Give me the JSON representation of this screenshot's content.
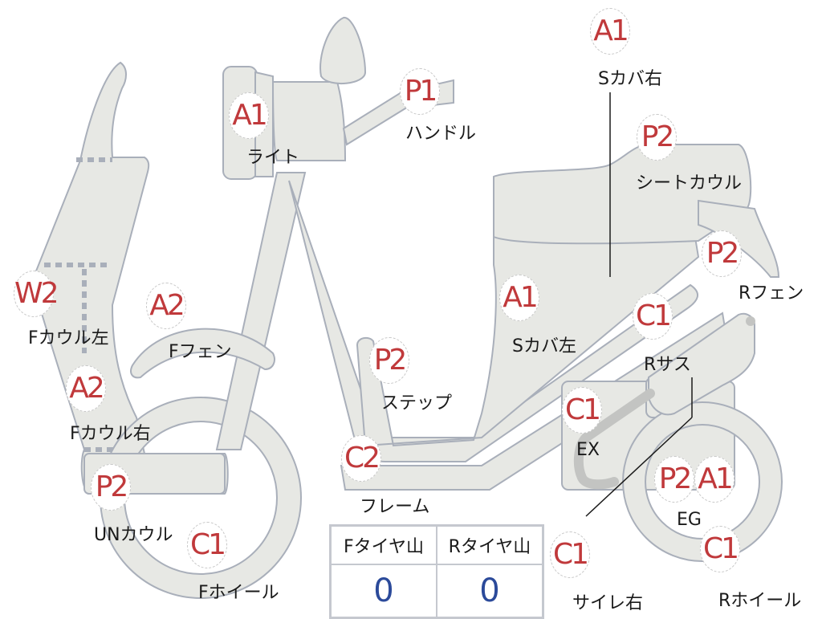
{
  "diagram": {
    "type": "scooter-parts-damage-map",
    "colors": {
      "part_fill": "#e7e8e4",
      "part_stroke": "#a9afba",
      "code_text": "#c0393b",
      "value_text": "#2b4a9a"
    },
    "parts": [
      {
        "id": "light",
        "code": "A1",
        "label": "ライト"
      },
      {
        "id": "handle",
        "code": "P1",
        "label": "ハンドル"
      },
      {
        "id": "side-cover-right",
        "code": "A1",
        "label": "Sカバ右"
      },
      {
        "id": "seat-cowl",
        "code": "P2",
        "label": "シートカウル"
      },
      {
        "id": "rear-fender",
        "code": "P2",
        "label": "Rフェン"
      },
      {
        "id": "front-cowl-left",
        "code": "W2",
        "label": "Fカウル左"
      },
      {
        "id": "front-fender",
        "code": "A2",
        "label": "Fフェン"
      },
      {
        "id": "side-cover-left",
        "code": "A1",
        "label": "Sカバ左"
      },
      {
        "id": "rear-suspension",
        "code": "C1",
        "label": "Rサス"
      },
      {
        "id": "front-cowl-right",
        "code": "A2",
        "label": "Fカウル右"
      },
      {
        "id": "step",
        "code": "P2",
        "label": "ステップ"
      },
      {
        "id": "exhaust",
        "code": "C1",
        "label": "EX"
      },
      {
        "id": "frame",
        "code": "C2",
        "label": "フレーム"
      },
      {
        "id": "engine-1",
        "code": "P2",
        "label": ""
      },
      {
        "id": "engine-2",
        "code": "A1",
        "label": "EG"
      },
      {
        "id": "under-cowl",
        "code": "P2",
        "label": "UNカウル"
      },
      {
        "id": "front-wheel",
        "code": "C1",
        "label": "Fホイール"
      },
      {
        "id": "silencer-right",
        "code": "C1",
        "label": "サイレ右"
      },
      {
        "id": "rear-wheel",
        "code": "C1",
        "label": "Rホイール"
      }
    ]
  },
  "tire_table": {
    "headers": [
      "Fタイヤ山",
      "Rタイヤ山"
    ],
    "values": [
      "0",
      "0"
    ]
  }
}
